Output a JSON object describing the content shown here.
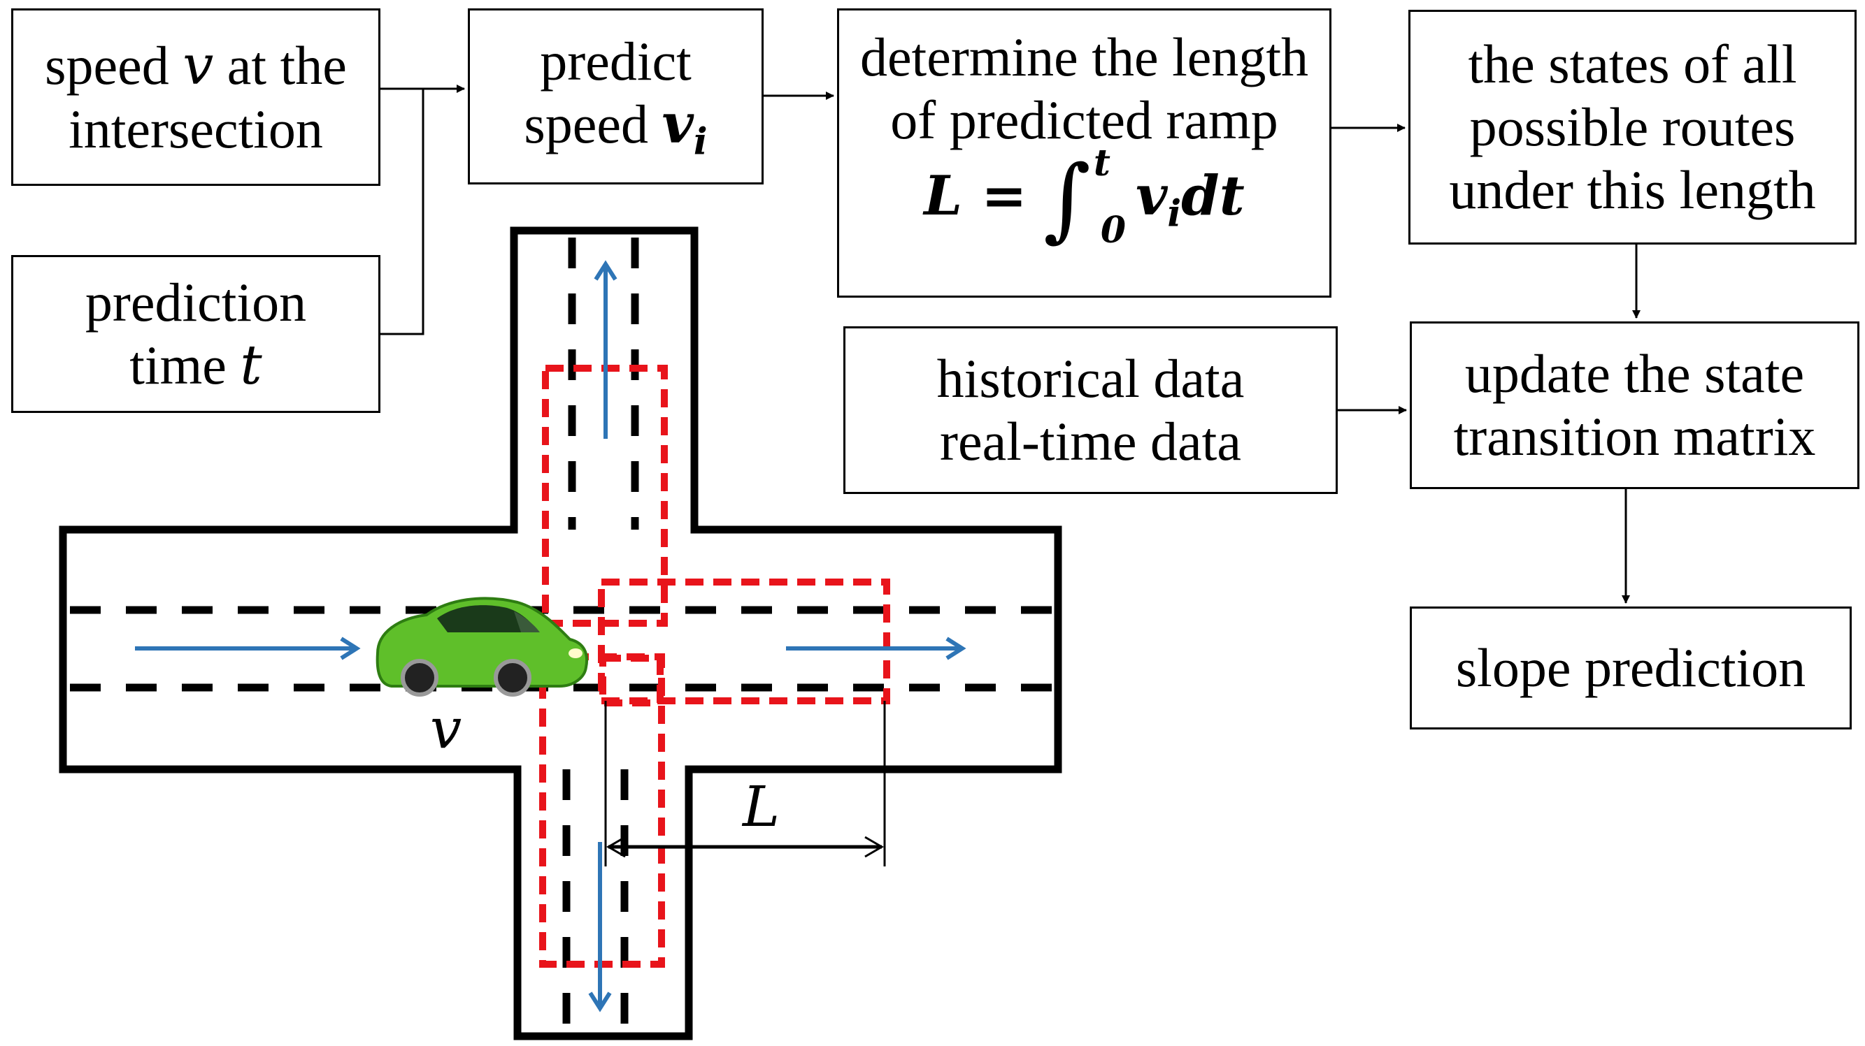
{
  "boxes": {
    "speed_at_intersection": {
      "line1_a": "speed ",
      "line1_var": "v",
      "line1_b": " at the",
      "line2": "intersection"
    },
    "prediction_time": {
      "line1": "prediction",
      "line2_a": "time ",
      "line2_var": "t"
    },
    "predict_speed": {
      "line1": "predict",
      "line2_a": "speed ",
      "line2_var": "v",
      "line2_sub": "i"
    },
    "determine_length": {
      "line1": "determine the length",
      "line2": "of predicted ramp",
      "formula_lhs": "L =",
      "formula_int": "∫",
      "formula_upper": "t",
      "formula_lower": "0",
      "formula_var": "v",
      "formula_sub": "i",
      "formula_tail": "dt"
    },
    "states_routes": {
      "line1": "the states of all",
      "line2": "possible routes",
      "line3": "under this length"
    },
    "historical_data": {
      "line1": "historical data",
      "line2": "real-time data"
    },
    "update_matrix": {
      "line1": "update the state",
      "line2": "transition matrix"
    },
    "slope_prediction": {
      "line1": "slope prediction"
    }
  },
  "road_labels": {
    "speed_var": "v",
    "length_var": "L"
  },
  "colors": {
    "road": "#000000",
    "arrow_blue": "#2E75B6",
    "ramp_red": "#E8141B",
    "car_green": "#5FBF2A"
  }
}
